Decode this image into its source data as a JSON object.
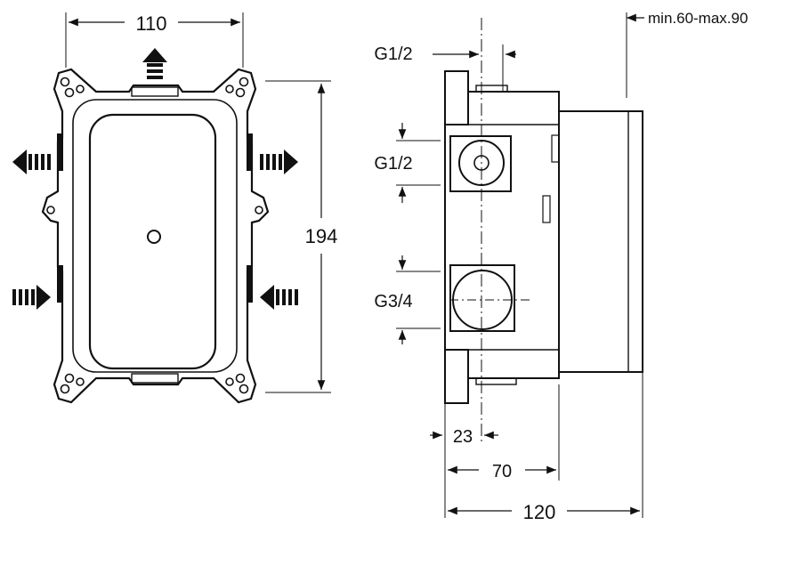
{
  "front_view": {
    "width_label": "110",
    "height_label": "194"
  },
  "side_view": {
    "thread_top_label": "G1/2",
    "thread_mid_label": "G1/2",
    "thread_bottom_label": "G3/4",
    "install_depth_label": "min.60-max.90",
    "dim_23_label": "23",
    "dim_70_label": "70",
    "dim_120_label": "120"
  }
}
